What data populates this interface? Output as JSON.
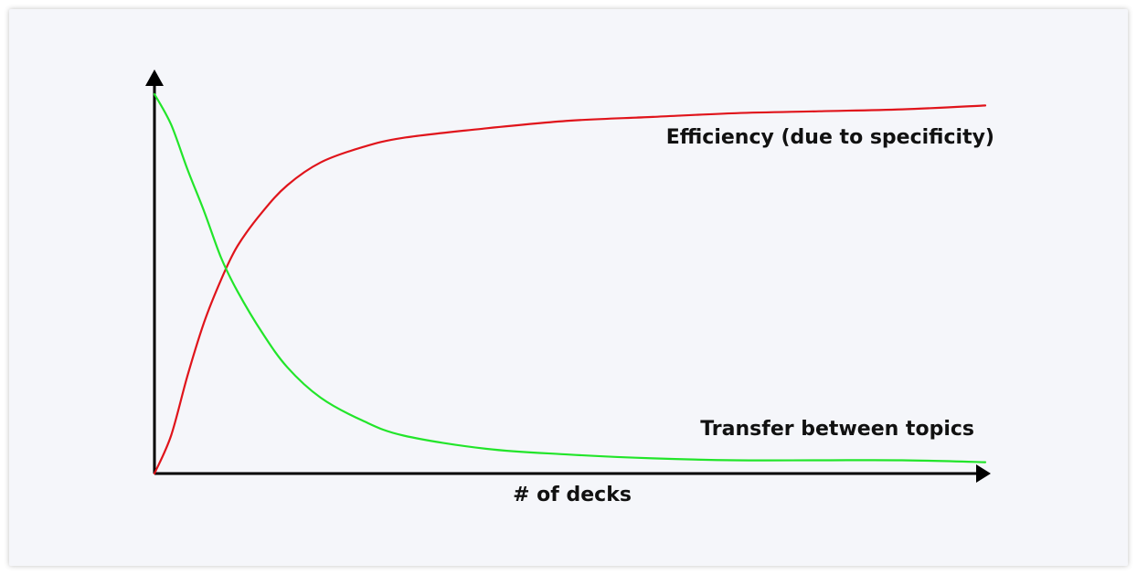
{
  "colors": {
    "background": "#f5f6fa",
    "axis": "#000000",
    "efficiency_line": "#e0141b",
    "transfer_line": "#22e52a"
  },
  "chart_data": {
    "type": "line",
    "xlabel": "# of decks",
    "ylabel": "",
    "grid": false,
    "axis_ticks": false,
    "xlim": [
      0,
      1
    ],
    "ylim": [
      0,
      1
    ],
    "series": [
      {
        "name": "Efficiency (due to specificity)",
        "color": "#e0141b",
        "x": [
          0,
          0.02,
          0.04,
          0.06,
          0.08,
          0.1,
          0.13,
          0.16,
          0.2,
          0.25,
          0.3,
          0.4,
          0.5,
          0.6,
          0.7,
          0.8,
          0.9,
          1.0
        ],
        "y": [
          0,
          0.1,
          0.26,
          0.4,
          0.51,
          0.6,
          0.69,
          0.76,
          0.82,
          0.86,
          0.885,
          0.91,
          0.93,
          0.94,
          0.95,
          0.955,
          0.96,
          0.97
        ]
      },
      {
        "name": "Transfer between topics",
        "color": "#22e52a",
        "x": [
          0,
          0.02,
          0.04,
          0.06,
          0.08,
          0.1,
          0.13,
          0.16,
          0.2,
          0.25,
          0.3,
          0.4,
          0.5,
          0.6,
          0.7,
          0.8,
          0.9,
          1.0
        ],
        "y": [
          1.0,
          0.92,
          0.8,
          0.69,
          0.57,
          0.48,
          0.37,
          0.28,
          0.2,
          0.14,
          0.1,
          0.065,
          0.05,
          0.04,
          0.035,
          0.035,
          0.035,
          0.03
        ]
      }
    ]
  }
}
